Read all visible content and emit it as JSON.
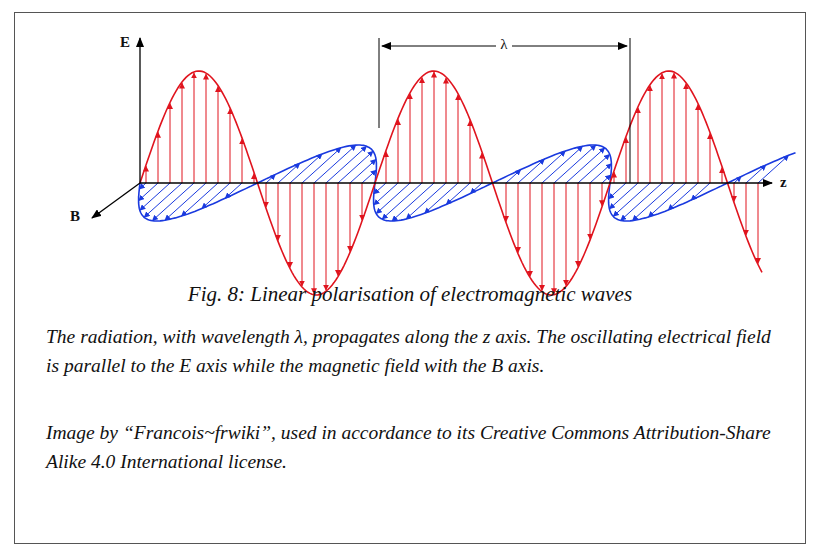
{
  "diagram": {
    "caption": "Fig. 8: Linear polarisation of electromagnetic waves",
    "labels": [
      "E",
      "B",
      "z",
      "λ",
      "The radiation, with wavelength λ, propagates along the z axis. The oscillating electrical field is parallel to the E axis while the magnetic field with the B axis.",
      "Image by “Francois~frwiki”, used in accordance to its Creative Commons Attribution-Share Alike 4.0 International license."
    ]
  }
}
